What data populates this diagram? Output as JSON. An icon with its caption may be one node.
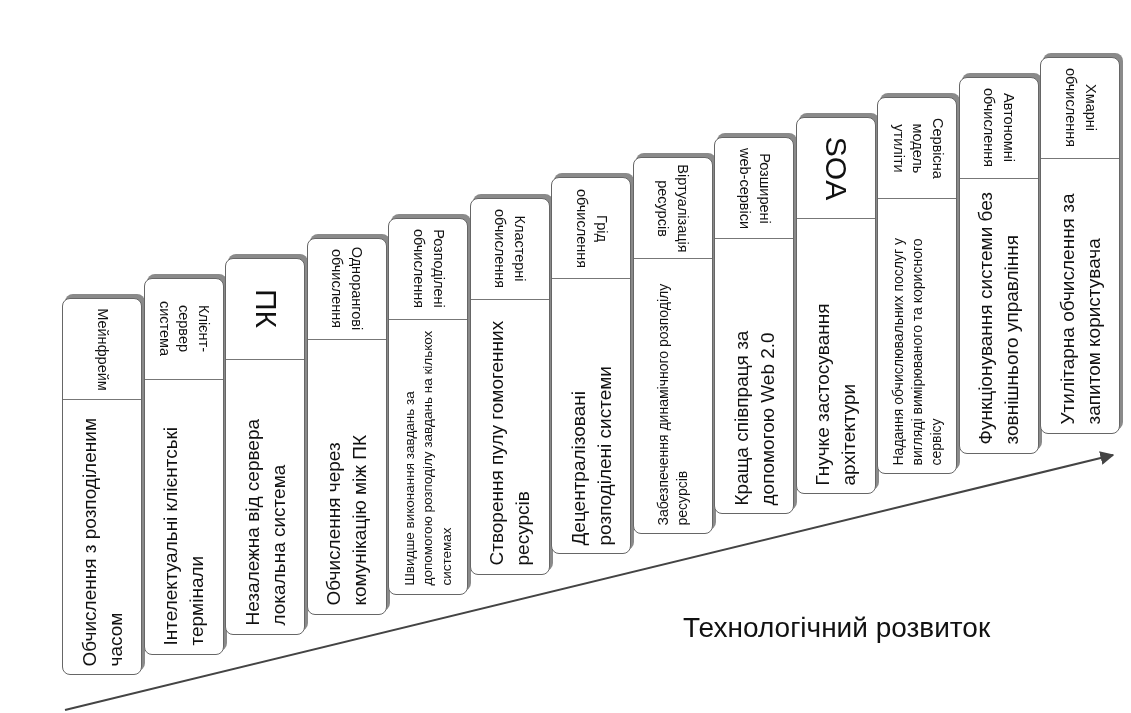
{
  "diagram": {
    "nodes": [
      {
        "text": [
          "Мейнфрейм",
          "Обчислення з розподіленим часом"
        ]
      },
      {
        "text": [
          "Клієнт-сервер система",
          "Інтелектуальні клієнтські термінали"
        ]
      },
      {
        "text": [
          "ПК",
          "Незалежна від сервера локальна система"
        ]
      },
      {
        "text": [
          "Однорангові обчислення",
          "Обчислення через комунікацію між ПК"
        ]
      },
      {
        "text": [
          "Розподілені обчислення",
          "Швидше виконання завдань за допомогою розподілу завдань на кількох системах"
        ]
      },
      {
        "text": [
          "Кластерні обчислення",
          "Створення пулу гомогенних ресурсів"
        ]
      },
      {
        "text": [
          "Грід обчислення",
          "Децентралізовані розподілені системи"
        ]
      },
      {
        "text": [
          "Віртуалізація ресурсів",
          "Забезпечення динамічного розподілу ресурсів"
        ]
      },
      {
        "text": [
          "Розширені web-сервіси",
          "Краща співпраця за допомогою Web 2.0"
        ]
      },
      {
        "text": [
          "SOA",
          "Гнучке застосування архітектури"
        ]
      },
      {
        "text": [
          "Сервісна модель утиліти",
          "Надання обчислювальних послуг у вигляді вимірюваного та корисного сервісу"
        ]
      },
      {
        "text": [
          "Автономні обчислення",
          "Функціонування системи без зовнішнього управління"
        ]
      },
      {
        "text": [
          "Хмарні обчислення",
          "Утилітарна обчислення за запитом користувача"
        ]
      }
    ],
    "labels": [
      "Технологічний розвиток"
    ]
  }
}
